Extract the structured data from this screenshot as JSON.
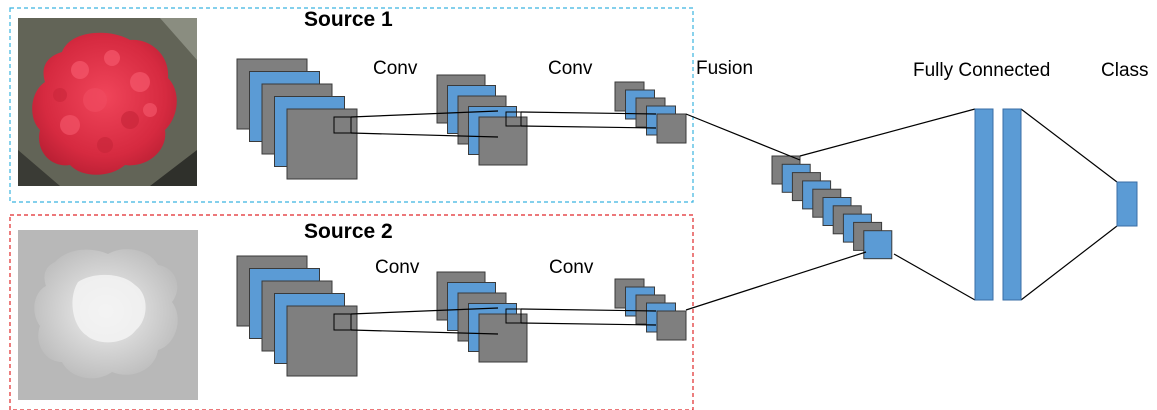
{
  "sources": [
    {
      "title": "Source 1",
      "conv_labels": [
        "Conv",
        "Conv"
      ],
      "box_color": "#3bb3e0",
      "image": "red-tree-crown-aerial-image"
    },
    {
      "title": "Source 2",
      "conv_labels": [
        "Conv",
        "Conv"
      ],
      "box_color": "#e0282a",
      "image": "grayscale-depth-map-image"
    }
  ],
  "labels": {
    "fusion": "Fusion",
    "fully_connected": "Fully Connected",
    "class": "Class"
  },
  "colors": {
    "map_gray": "#7f7f7f",
    "map_blue": "#5b9bd5",
    "stroke": "#3a3a3a",
    "tree_red": "#e8344a"
  }
}
